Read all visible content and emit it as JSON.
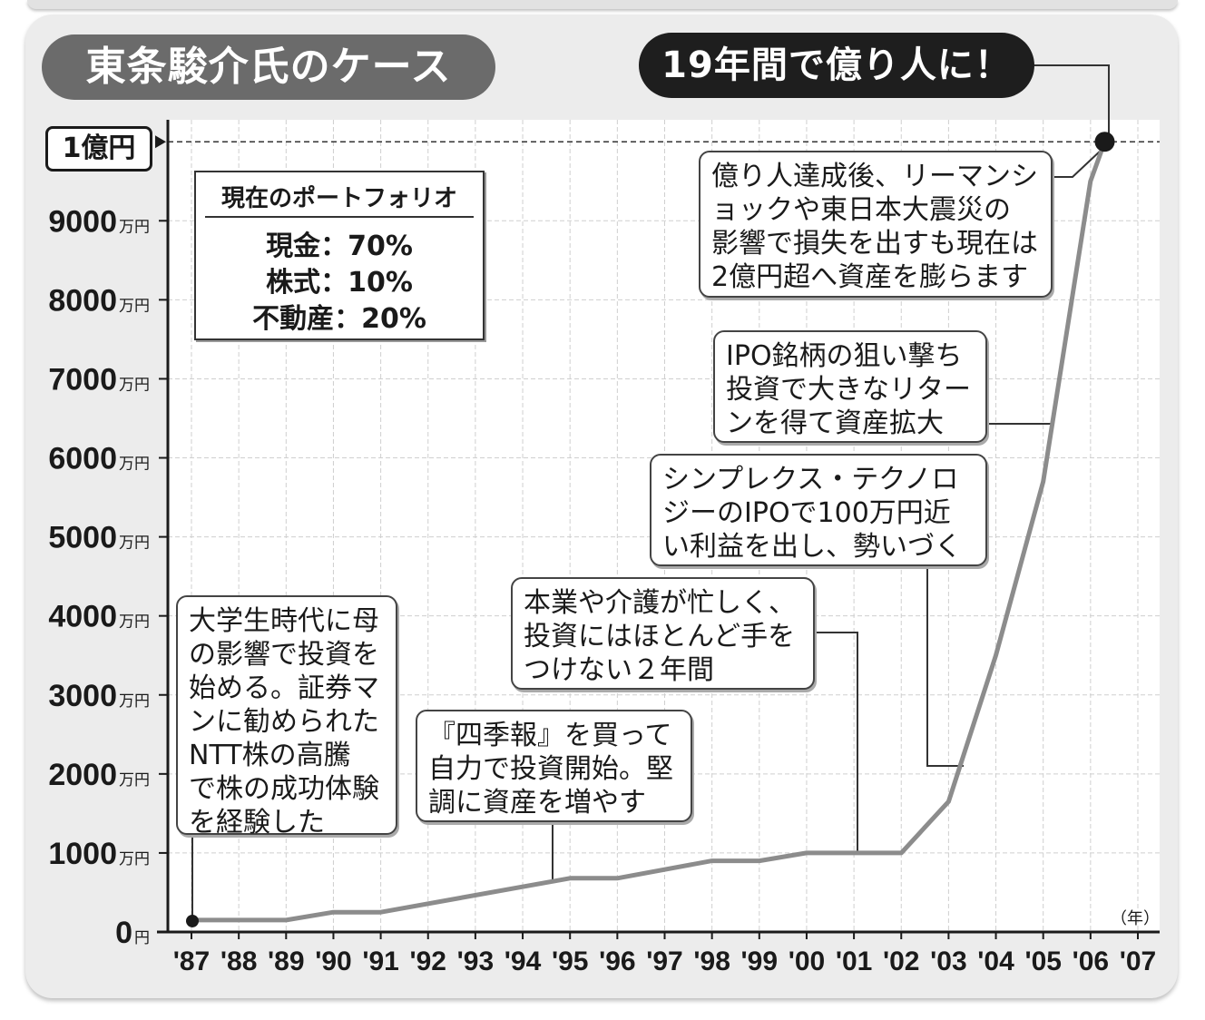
{
  "title": "東条駿介氏のケース",
  "headline": "19年間で億り人に！",
  "oku_label": "1億円",
  "portfolio": {
    "title": "現在のポートフォリオ",
    "rows": [
      "現金：70%",
      "株式：10%",
      "不動産：20%"
    ]
  },
  "notes": [
    "大学生時代に母\nの影響で投資を\n始める。証券マ\nンに勧められた\nNTT株の高騰\nで株の成功体験\nを経験した",
    "『四季報』を買って\n自力で投資開始。堅\n調に資産を増やす",
    "本業や介護が忙しく、\n投資にはほとんど手を\nつけない２年間",
    "シンプレクス・テクノロ\nジーのIPOで100万円近\nい利益を出し、勢いづく",
    "IPO銘柄の狙い撃ち\n投資で大きなリター\nンを得て資産拡大",
    "億り人達成後、リーマンシ\nョックや東日本大震災の\n影響で損失を出すも現在は\n2億円超へ資産を膨らます"
  ],
  "chart_data": {
    "type": "line",
    "title": "東条駿介氏のケース",
    "xlabel": "（年）",
    "ylabel": "",
    "x_categories": [
      "'87",
      "'88",
      "'89",
      "'90",
      "'91",
      "'92",
      "'93",
      "'94",
      "'95",
      "'96",
      "'97",
      "'98",
      "'99",
      "'00",
      "'01",
      "'02",
      "'03",
      "'04",
      "'05",
      "'06",
      "'07"
    ],
    "y_ticks": [
      {
        "value": 0,
        "num": "0",
        "unit": "円"
      },
      {
        "value": 1000,
        "num": "1000",
        "unit": "万円"
      },
      {
        "value": 2000,
        "num": "2000",
        "unit": "万円"
      },
      {
        "value": 3000,
        "num": "3000",
        "unit": "万円"
      },
      {
        "value": 4000,
        "num": "4000",
        "unit": "万円"
      },
      {
        "value": 5000,
        "num": "5000",
        "unit": "万円"
      },
      {
        "value": 6000,
        "num": "6000",
        "unit": "万円"
      },
      {
        "value": 7000,
        "num": "7000",
        "unit": "万円"
      },
      {
        "value": 8000,
        "num": "8000",
        "unit": "万円"
      },
      {
        "value": 9000,
        "num": "9000",
        "unit": "万円"
      }
    ],
    "y_unit": "万円",
    "ylim": [
      0,
      10000
    ],
    "reference_line": {
      "value": 10000,
      "label": "1億円"
    },
    "series": [
      {
        "points": [
          {
            "x": 1987.0,
            "y": 150
          },
          {
            "x": 1989.0,
            "y": 150
          },
          {
            "x": 1990.0,
            "y": 250
          },
          {
            "x": 1991.0,
            "y": 250
          },
          {
            "x": 1995.0,
            "y": 680
          },
          {
            "x": 1996.0,
            "y": 680
          },
          {
            "x": 1998.0,
            "y": 900
          },
          {
            "x": 1999.0,
            "y": 900
          },
          {
            "x": 2000.0,
            "y": 1000
          },
          {
            "x": 2002.0,
            "y": 1000
          },
          {
            "x": 2003.0,
            "y": 1650
          },
          {
            "x": 2004.0,
            "y": 3500
          },
          {
            "x": 2005.0,
            "y": 5700
          },
          {
            "x": 2006.0,
            "y": 9500
          },
          {
            "x": 2006.3,
            "y": 10000
          }
        ]
      }
    ],
    "grid": true,
    "colors": {
      "line": "#8c8c8c",
      "grid": "#cfcfcf",
      "axis": "#1a1a1a",
      "marker": "#1a1a1a"
    }
  }
}
